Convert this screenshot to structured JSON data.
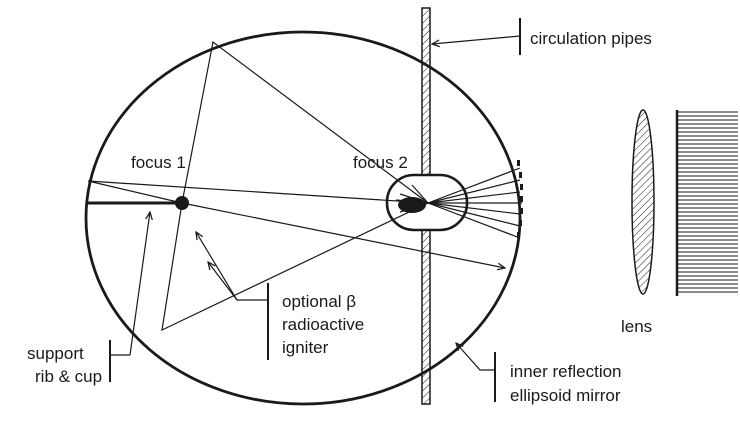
{
  "labels": {
    "circulation_pipes": "circulation pipes",
    "focus1": "focus 1",
    "focus2": "focus 2",
    "igniter_line1": "optional β",
    "igniter_line2": "radioactive",
    "igniter_line3": "igniter",
    "support_line1": "support",
    "support_line2": "rib & cup",
    "lens": "lens",
    "mirror_line1": "inner reflection",
    "mirror_line2": "ellipsoid mirror"
  },
  "colors": {
    "ink": "#1a1a1a",
    "background": "#ffffff"
  }
}
